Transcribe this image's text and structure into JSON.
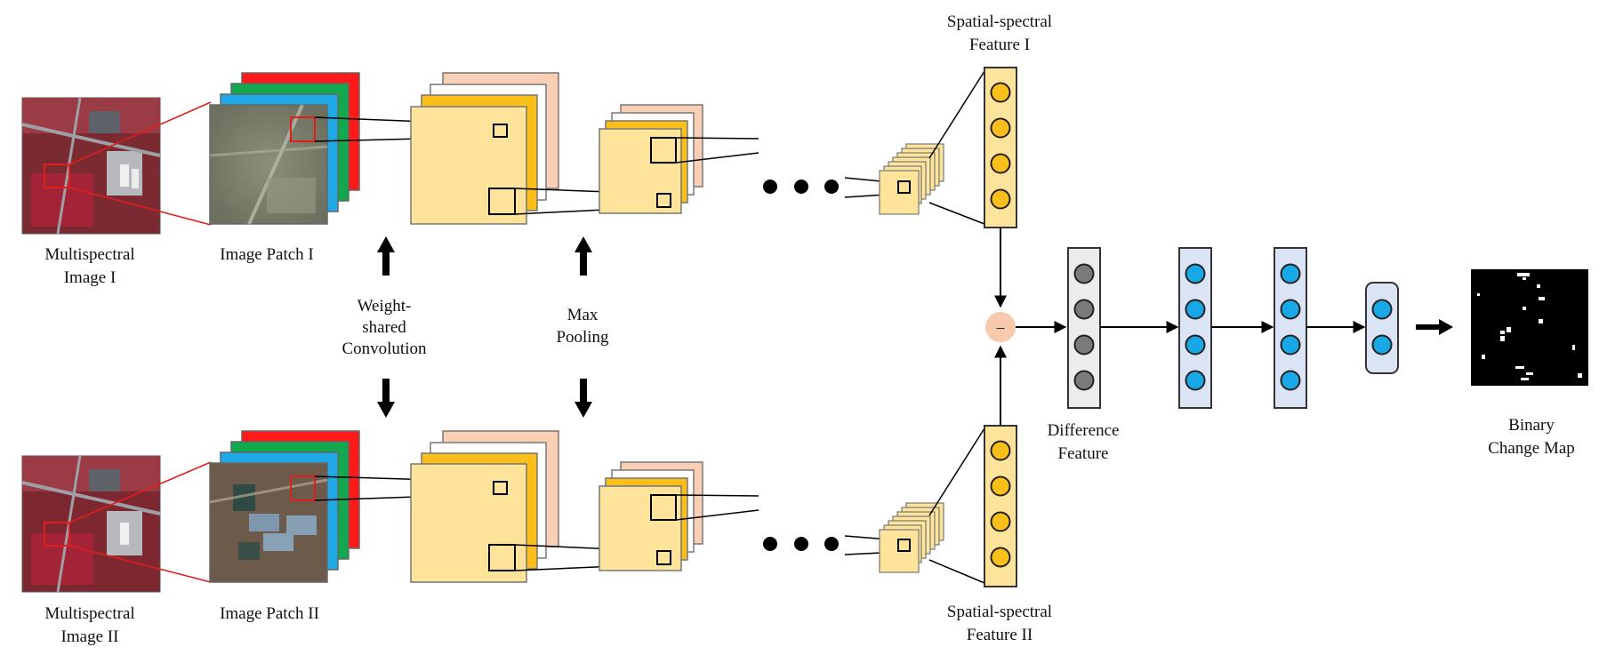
{
  "labels": {
    "ms_image_1": [
      "Multispectral",
      "Image I"
    ],
    "ms_image_2": [
      "Multispectral",
      "Image II"
    ],
    "patch_1": "Image Patch I",
    "patch_2": "Image Patch II",
    "weight_shared_conv": [
      "Weight-",
      "shared",
      "Convolution"
    ],
    "max_pooling": [
      "Max",
      "Pooling"
    ],
    "feature_1": [
      "Spatial-spectral",
      "Feature I"
    ],
    "feature_2": [
      "Spatial-spectral",
      "Feature II"
    ],
    "difference_feature": [
      "Difference",
      "Feature"
    ],
    "binary_change_map": [
      "Binary",
      "Change Map"
    ],
    "minus_symbol": "−"
  },
  "colors": {
    "band_red": "#ff1a1a",
    "band_green": "#12a84e",
    "band_blue": "#1fa9e6",
    "feature_map_yellow": "#fde49a",
    "feature_map_orange": "#fbbf1a",
    "feature_map_peach": "#f9cfb6",
    "neuron_yellow": "#fbbf1a",
    "neuron_gray": "#7a7a7a",
    "neuron_blue": "#1aa7e6",
    "dense_layer_fill": "#dbe4f4",
    "difference_layer_fill": "#ececec",
    "subtract_node": "#f7c9ad",
    "highlight_red": "#e01e1e"
  },
  "layers": {
    "feature_vector_neurons": 4,
    "difference_neurons": 4,
    "dense_1_neurons": 4,
    "dense_2_neurons": 4,
    "output_neurons": 2
  }
}
